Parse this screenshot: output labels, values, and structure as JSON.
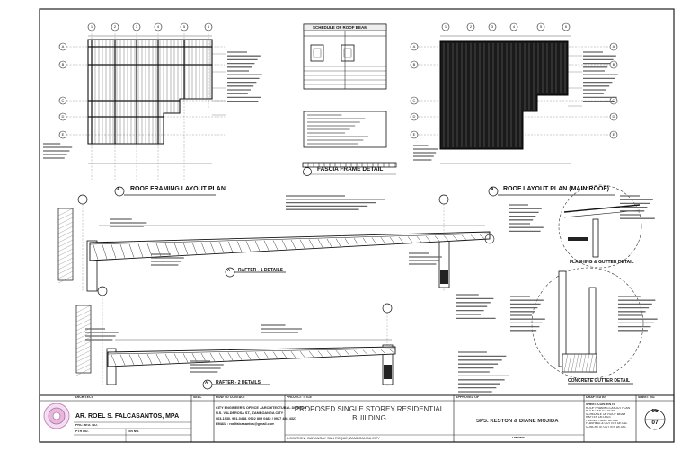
{
  "drawings": {
    "roof_framing": {
      "title": "ROOF FRAMING LAYOUT PLAN",
      "marker": "A"
    },
    "roof_layout": {
      "title": "ROOF  LAYOUT PLAN (MAIN ROOF)",
      "marker": "A"
    },
    "fascia": {
      "title": "FASCIA FRAME DETAIL"
    },
    "schedule": {
      "title": "SCHEDULE OF ROOF BEAM"
    },
    "rafter1": {
      "title": "RAFTER - 1 DETAILS",
      "marker": "A"
    },
    "rafter2": {
      "title": "RAFTER - 2 DETAILS",
      "marker": "A"
    },
    "flashing": {
      "title": "FLASHING & GUTTER DETAIL"
    },
    "gutter": {
      "title": "CONCRETE GUTTER DETAIL"
    },
    "grid_columns": [
      "1",
      "2",
      "3",
      "4",
      "5",
      "6"
    ],
    "grid_rows": [
      "A",
      "B",
      "C",
      "D",
      "E"
    ]
  },
  "title_block": {
    "architect_label": "ARCHITECT",
    "seal_label": "SEAL",
    "contact_label": "HOW TO CONTACT",
    "project_label": "PROJECT TITLE",
    "approved_label": "APPROVED OF",
    "drafted_label": "DRAFTED BY",
    "sheet_label": "SHEET NO.",
    "architect_name": "AR. ROEL S. FALCASANTOS, MPA",
    "prc_label": "PRC REG. NO.",
    "ptr_label": "PTR NO.",
    "tin_label": "TIN NO.",
    "office": "CITY ENGINEER'S OFFICE - ARCHITECTURAL DIVISION",
    "address": "N.S. VALDEROSA ST., ZAMBOANGA CITY",
    "phones": "063-1930, 991-0448, 0922 809 0482 / 0927 486 4327",
    "email": "EMAIL : roelfalcasantos@gmail.com",
    "project_line1": "PROPOSED SINGLE STOREY RESIDENTIAL",
    "project_line2": "BUILDING",
    "location": "LOCATION : BARANGAY SAN ROQUE, ZAMBOANGA CITY",
    "owner": "SPS. KESTON & DIANE MOJIDA",
    "owner_label": "OWNER",
    "sheet_contents_label": "SHEET CONTENTS",
    "sheet_contents": [
      "ROOF FRAMING LAYOUT PLAN",
      "ROOF LAYOUT PLAN",
      "SCHEDULE OF ROOF BEAM",
      "RAFTER DETAILS",
      "FASCIA FRAME DETAIL",
      "FLASHING & GUTTER DETAIL",
      "CONCRETE GUTTER DETAIL"
    ],
    "sheet_no": "05",
    "sheet_total": "07"
  }
}
